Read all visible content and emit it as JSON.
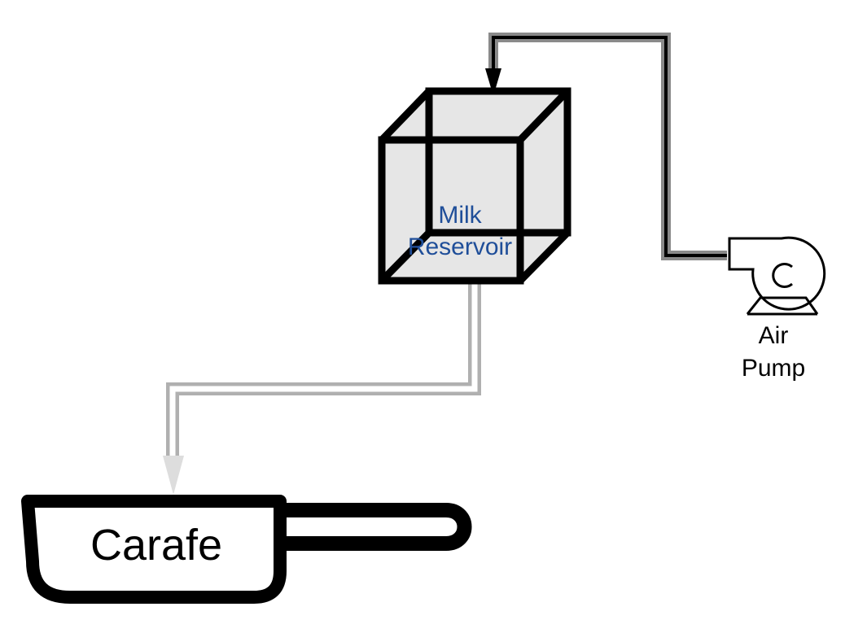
{
  "nodes": {
    "milk_reservoir": {
      "line1": "Milk",
      "line2": "Reservoir"
    },
    "air_pump": {
      "line1": "Air",
      "line2": "Pump"
    },
    "carafe": {
      "label": "Carafe"
    }
  },
  "connections": [
    {
      "from": "Air Pump",
      "to": "Milk Reservoir",
      "style": "dark pipe"
    },
    {
      "from": "Milk Reservoir",
      "to": "Carafe",
      "style": "light pipe"
    }
  ],
  "colors": {
    "label_blue": "#1f4e99",
    "reservoir_fill": "#e6e6e6",
    "dark_pipe_outer": "#8a8a8a",
    "dark_pipe_inner": "#000000",
    "light_pipe_outer": "#b0b0b0",
    "light_pipe_inner": "#ffffff",
    "light_arrow": "#dddddd"
  },
  "icons": {
    "reservoir": "cube-icon",
    "pump": "centrifugal-pump-icon",
    "carafe": "pan-icon"
  }
}
